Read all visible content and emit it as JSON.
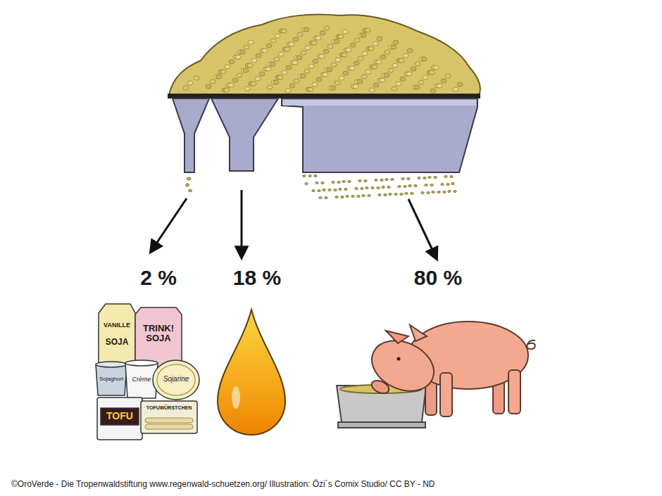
{
  "diagram": {
    "labels": [
      "2 %",
      "18 %",
      "80 %",
      "VANILLE",
      "SOJA",
      "TRINK! SOJA",
      "Sojaghurt",
      "Crème",
      "Sojarine",
      "TOFU",
      "TOFUWÜRSTCHEN",
      "©OroVerde - Die Tropenwaldstiftung www.regenwald-schuetzen.org/ Illustration: Özi´s Comix Studio/ CC BY - ND"
    ]
  }
}
